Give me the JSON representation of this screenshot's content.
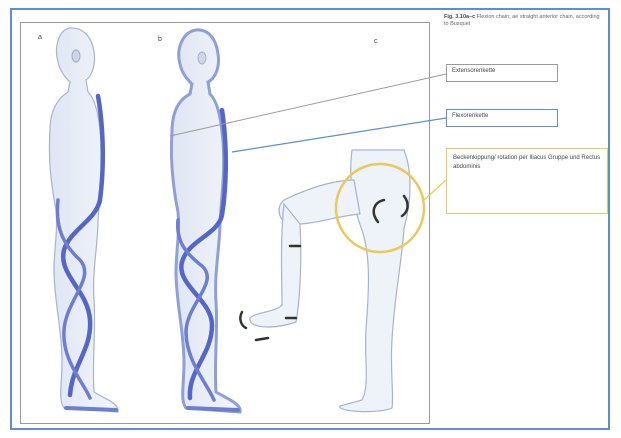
{
  "caption": {
    "lead": "Fig. 3.10a–c",
    "text": "Flexion chain; ae straight anterior chain, according to Busquet"
  },
  "panels": {
    "a": "a",
    "b": "b",
    "c": "c"
  },
  "labels": {
    "extensor_chain": "Extensorenkette",
    "flexor_chain": "Flexorenkette",
    "pelvic_tilt": "Beckenkippung/ rotation per Iliacus Gruppe und Rectus abdominis"
  },
  "colors": {
    "frame": "#5b8fd0",
    "body_fill": "#e9eef7",
    "body_stroke": "#a9b3c9",
    "chain_blue": "#5566c4",
    "chain_light": "#8f9fd8",
    "extensor_line": "#9a9a9a",
    "flexor_line": "#5b8fd0",
    "highlight": "#e8c95c"
  }
}
